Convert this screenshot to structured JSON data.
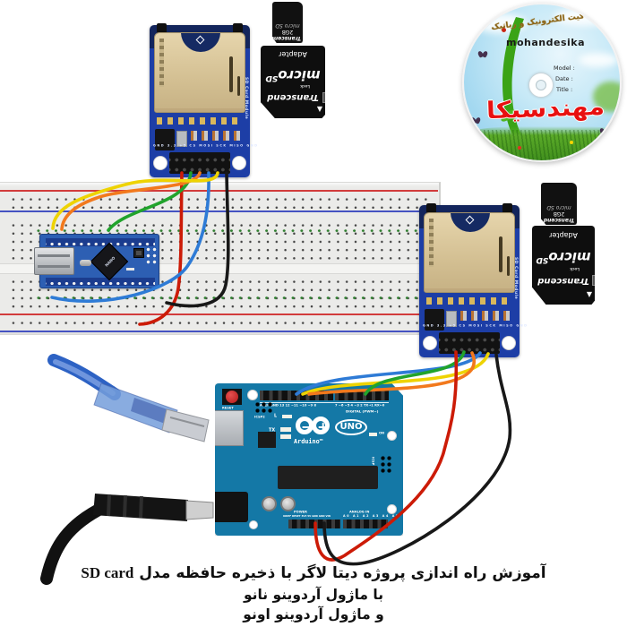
{
  "caption": {
    "line1_fa": "آموزش راه اندازی پروژه  دیتا لاگر با ذخیره حافظه  مدل ",
    "line1_en": " SD card",
    "line2": "با ماژول آردوینو نانو",
    "line3": "و ماژول آردوینو اونو"
  },
  "cd": {
    "top_text": "تولید آموزش کیت الکترونیک و رباتیک",
    "brand": "mohandesika",
    "model_label": "Model :",
    "date_label": "Date :",
    "title_label": "Title :",
    "bottom_text": "مهندسیکا"
  },
  "sd_module": {
    "side_label": "SD Card Module",
    "pin_labels": "GND 3.3 +5 CS MOSI SCK MISO GND"
  },
  "microsd": {
    "brand": "Transcend",
    "capacity": "2GB",
    "type": "micro SD"
  },
  "adapter": {
    "top": "Adapter",
    "logo_micro": "micro",
    "logo_sd": "SD",
    "brand": "Transcend",
    "lock": "Lock",
    "arrow": "▼"
  },
  "nano": {
    "chip": "NANO"
  },
  "uno": {
    "brand": "Arduino™",
    "model": "UNO",
    "reset": "RESET",
    "icsp2": "ICSP2",
    "icsp": "ICSP",
    "digital": "DIGITAL (PWM~)",
    "power": "POWER",
    "analog": "ANALOG IN",
    "on": "ON",
    "tx": "TX",
    "rx": "RX",
    "led": "L",
    "digital_pins_a": "AREF GND 13 12 ~11 ~10 ~9 8",
    "digital_pins_b": "7 ~6 ~5 4 ~3 2 TX→1 RX←0",
    "power_pins": "IOREF RESET 3V3 5V GND GND VIN",
    "analog_pins": "A0 A1 A2 A3 A4 A5",
    "logo_minus": "−",
    "logo_plus": "+"
  },
  "wires": {
    "red": "#cc1b07",
    "green": "#21a32c",
    "orange": "#f2791d",
    "blue": "#2e7bd6",
    "yellow": "#eed302",
    "black": "#181818",
    "usb_cable": "#2d62c4",
    "power_cable": "#111111"
  }
}
